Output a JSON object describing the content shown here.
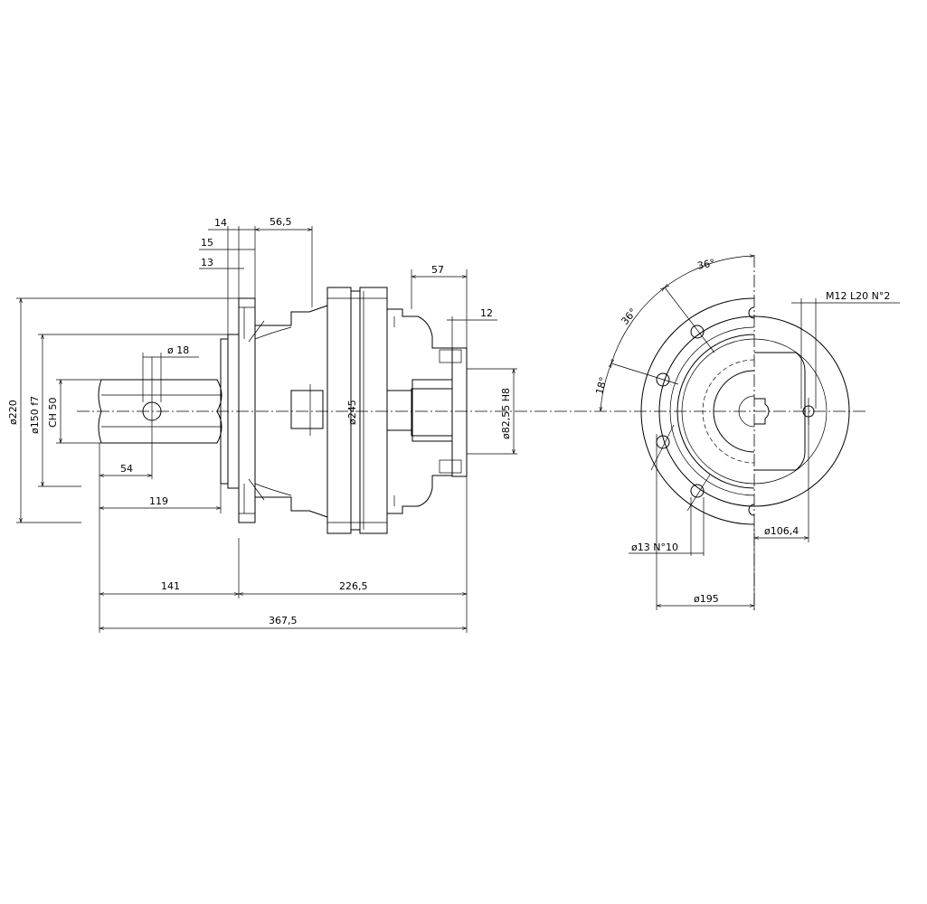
{
  "dimensions": {
    "d14": "14",
    "d15": "15",
    "d13": "13",
    "d56_5": "56,5",
    "d57": "57",
    "d12": "12",
    "dia18": "ø 18",
    "dia220": "ø220",
    "dia150": "ø150 f7",
    "ch50": "CH 50",
    "d54": "54",
    "d119": "119",
    "d141": "141",
    "d226_5": "226,5",
    "d367_5": "367,5",
    "dia245": "ø245",
    "dia82": "ø82,55 H8",
    "ang36a": "36°",
    "ang36b": "36°",
    "ang18": "18°",
    "m12": "M12  L20  N°2",
    "dia13": "ø13  N°10",
    "dia106": "ø106,4",
    "dia195": "ø195"
  },
  "colors": {
    "line": "#000000",
    "background": "#ffffff"
  }
}
